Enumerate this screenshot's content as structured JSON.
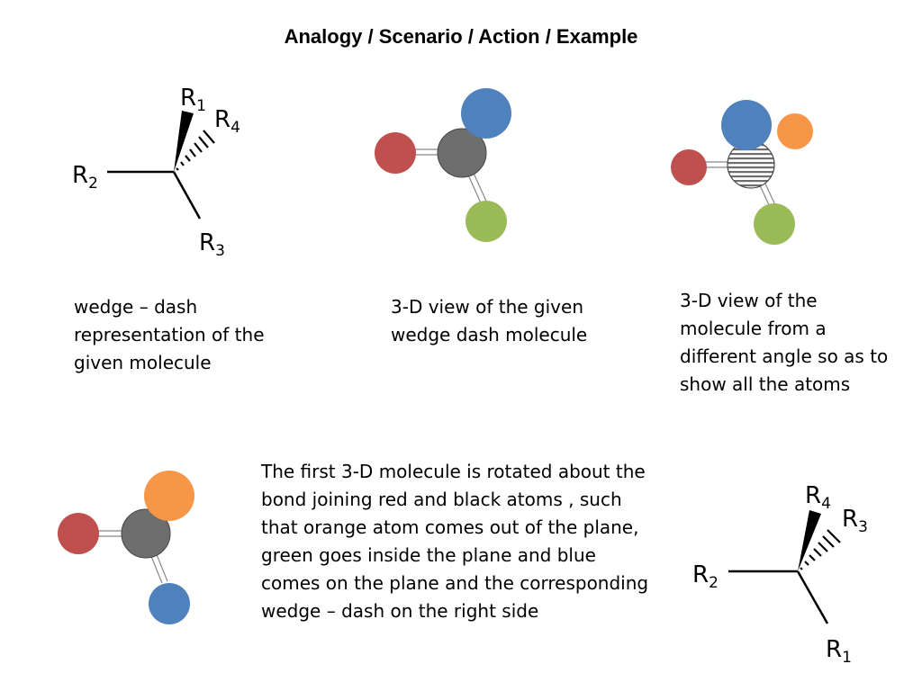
{
  "title": "Analogy / Scenario / Action / Example",
  "captions": {
    "wedge_dash": "wedge – dash representation of the given molecule",
    "view_3d": "3-D view of the given wedge dash molecule",
    "view_3d_angle": "3-D view of the molecule from a different angle so as to show all the atoms",
    "rotation": "The first 3-D molecule is rotated about the bond joining red and black atoms , such that orange atom comes  out of the plane, green goes inside the plane and blue comes on the plane and the corresponding wedge – dash on the right side"
  },
  "labels": {
    "r": "R",
    "one": "1",
    "two": "2",
    "three": "3",
    "four": "4"
  },
  "colors": {
    "red": "#c0504d",
    "black": "#6e6e6e",
    "blue": "#4f81bd",
    "green": "#9bbb59",
    "orange": "#f79646"
  }
}
